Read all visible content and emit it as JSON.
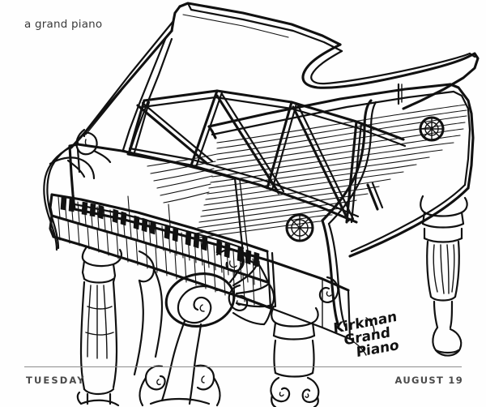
{
  "page": {
    "background_color": "#fefefe",
    "ink_color": "#111111",
    "rule_color": "#8d8d8d",
    "footer_text_color": "#4a4a4a"
  },
  "caption": {
    "top_label": "a grand piano"
  },
  "footer": {
    "day_label": "TUESDAY",
    "date_label": "AUGUST 19"
  },
  "annotation": {
    "line1": "Kirkman",
    "line2": "Grand",
    "line3": "Piano"
  },
  "artwork": {
    "subject": "grand piano",
    "style": "pen and ink line drawing",
    "parts": [
      "raised lid",
      "lid prop stick",
      "soundboard with strings",
      "lattice music desk frame",
      "keyboard with black and white keys",
      "curved bentside",
      "rosette medallions",
      "ornate carved scroll front leg",
      "turned fluted legs"
    ]
  }
}
